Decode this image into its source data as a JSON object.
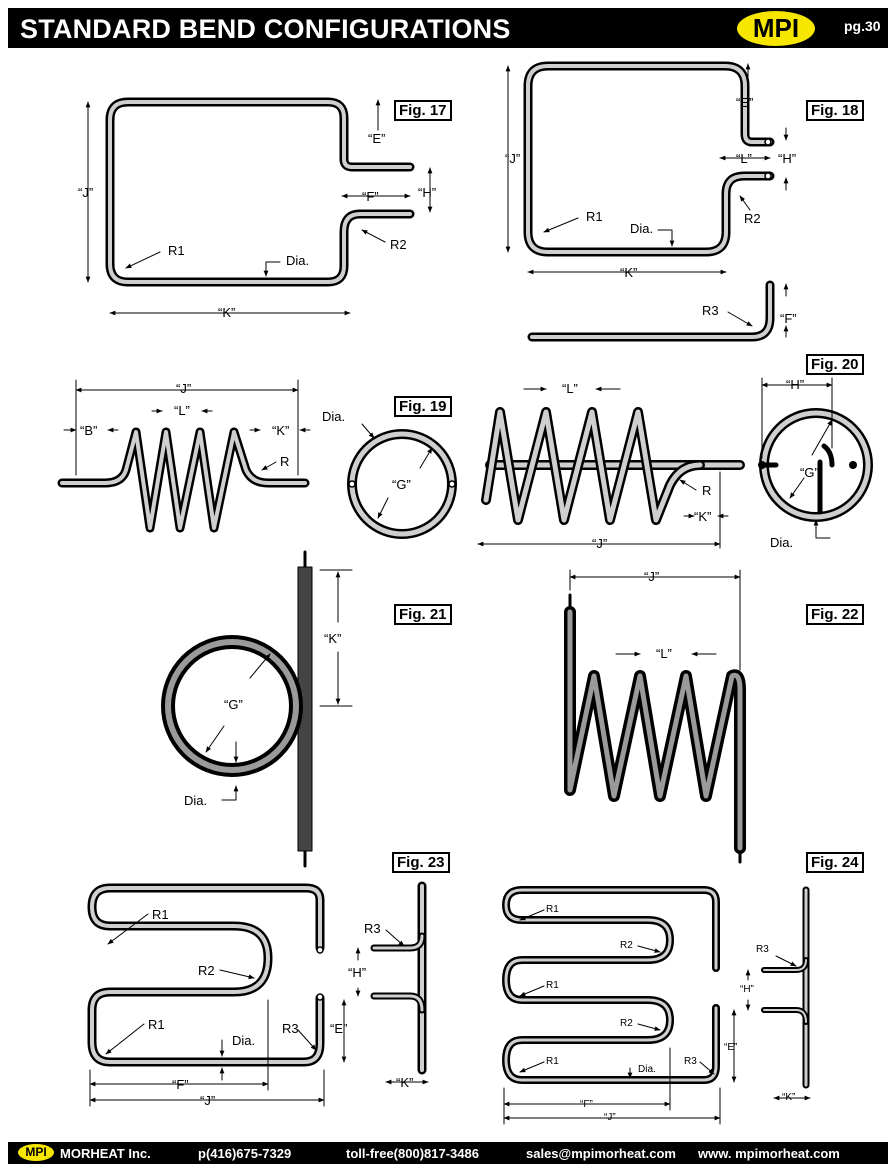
{
  "header": {
    "title": "STANDARD BEND CONFIGURATIONS",
    "logo": "MPI",
    "page": "pg.30"
  },
  "figures": {
    "f17": {
      "fig": "Fig. 17",
      "E": "“E”",
      "F": "“F”",
      "H": "“H”",
      "J": "“J”",
      "K": "“K”",
      "R1": "R1",
      "R2": "R2",
      "dia": "Dia."
    },
    "f18": {
      "fig": "Fig. 18",
      "E": "“E”",
      "L": "“L”",
      "H": "“H”",
      "J": "“J”",
      "K": "“K”",
      "R1": "R1",
      "R2": "R2",
      "R3": "R3",
      "F": "“F”",
      "dia": "Dia."
    },
    "f19": {
      "fig": "Fig. 19",
      "J": "“J”",
      "B": "“B”",
      "L": "“L”",
      "K": "“K”",
      "R": "R",
      "dia": "Dia.",
      "G": "“G”"
    },
    "f20": {
      "fig": "Fig. 20",
      "L": "“L”",
      "R": "R",
      "K": "“K”",
      "J": "“J”",
      "H": "“H”",
      "G": "“G”",
      "dia": "Dia."
    },
    "f21": {
      "fig": "Fig. 21",
      "K": "“K”",
      "G": "“G”",
      "dia": "Dia."
    },
    "f22": {
      "fig": "Fig. 22",
      "J": "“J”",
      "L": "“L”"
    },
    "f23": {
      "fig": "Fig. 23",
      "R1a": "R1",
      "R2": "R2",
      "R1b": "R1",
      "R3a": "R3",
      "R3b": "R3",
      "H": "“H”",
      "E": "“E”",
      "dia": "Dia.",
      "F": "“F”",
      "J": "“J”",
      "K": "“K”"
    },
    "f24": {
      "fig": "Fig. 24",
      "R1a": "R1",
      "R2a": "R2",
      "R1b": "R1",
      "R2b": "R2",
      "R1c": "R1",
      "R3a": "R3",
      "R3b": "R3",
      "H": "“H”",
      "E": "“E”",
      "dia": "Dia.",
      "F": "“F”",
      "J": "“J”",
      "K": "“K”"
    }
  },
  "footer": {
    "logo": "MPI",
    "company": "MORHEAT Inc.",
    "phone": "p(416)675-7329",
    "tollfree": "toll-free(800)817-3486",
    "email": "sales@mpimorheat.com",
    "web": "www. mpimorheat.com"
  }
}
